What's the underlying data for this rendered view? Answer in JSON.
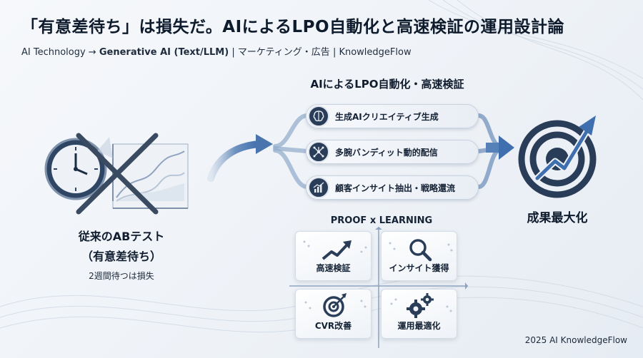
{
  "header": {
    "title": "「有意差待ち」は損失だ。AIによるLPO自動化と高速検証の運用設計論",
    "breadcrumb_prefix": "AI Technology → ",
    "breadcrumb_bold": "Generative AI (Text/LLM)",
    "breadcrumb_suffix": " | マーケティング・広告 | KnowledgeFlow"
  },
  "left": {
    "label_line1": "従来のABテスト",
    "label_line2": "（有意差待ち）",
    "label_line3": "2週間待つは損失"
  },
  "center": {
    "title": "AIによるLPO自動化・高速検証",
    "pills": [
      {
        "label": "生成AIクリエイティブ生成",
        "icon": "brain-icon"
      },
      {
        "label": "多腕バンディット動的配信",
        "icon": "network-icon"
      },
      {
        "label": "顧客インサイト抽出・戦略還流",
        "icon": "chart-icon"
      }
    ]
  },
  "right": {
    "label": "成果最大化",
    "icon": "target-growth-icon"
  },
  "proof": {
    "title": "PROOF x LEARNING",
    "cards": [
      {
        "label": "高速検証",
        "icon": "trend-up-icon"
      },
      {
        "label": "インサイト獲得",
        "icon": "magnifier-icon"
      },
      {
        "label": "CVR改善",
        "icon": "target-icon"
      },
      {
        "label": "運用最適化",
        "icon": "gears-icon"
      }
    ]
  },
  "footer": {
    "credit": "2025 AI KnowledgeFlow"
  },
  "colors": {
    "navy": "#2a3d58",
    "text": "#0e1b2c",
    "accent_blue": "#3f6fae"
  }
}
